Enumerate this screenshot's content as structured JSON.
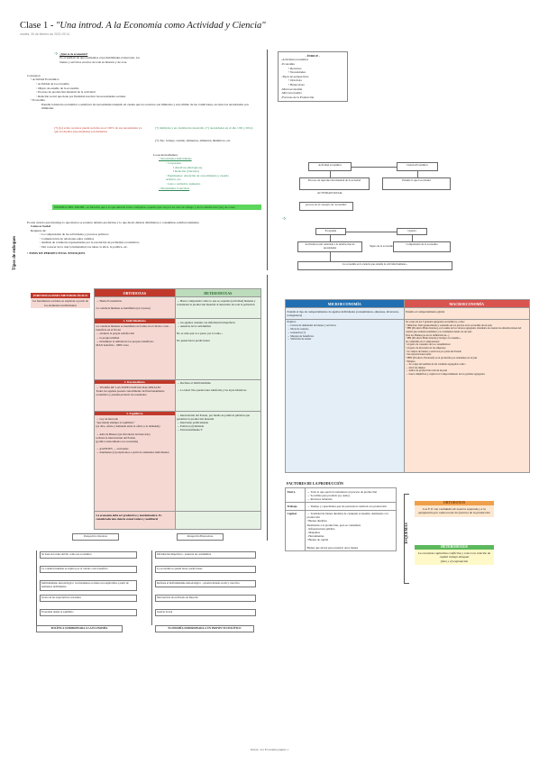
{
  "header": {
    "title_prefix": "Clase 1 - ",
    "title_italic": "\"Una introd. A la Economía como Actividad y Ciencia\"",
    "date": "martes, 30 de febrero de 2021    09:14"
  },
  "intro": {
    "question": "¿Qué es la economía?",
    "answer_1": "Es el análisis de que realizamos el probabilidades el mercado, los",
    "answer_2": "bienes y servicios escasos de toda su historia y de si se."
  },
  "concepts": {
    "title": "Conceptos:",
    "items": [
      "Actividad Económica",
      "Actividad de la economía",
      "Objeto de estudio de la economía",
      "Proceso de producción material de la actividad",
      "Relación social que tiene por finalidad resolver las necesidades sociales"
    ],
    "economy_label": "Economía",
    "economy_def": "Estudia la historia económica a satisfacer las necesidades teniendo en cuenta que los recursos son limitados y esto último de las condiciones, en tanto las necesidades son ilimitadas",
    "red_note": "(+) (lo) sobre recursos pueda sociales en el 100% de sus necesidades ya que los medios (sus medidas) son limitados",
    "green_note_1": "(+) multiples y en cualidad de desarrollo (+) necesidades en el año 1/00 y 2012)",
    "green_note_2": "(+) Tip : trabajo, vestido, alimentos, alimentos dinámicos, etc."
  },
  "scale": {
    "title": "La escala hablamos:",
    "items": [
      "Necesidades Individuales",
      "Corporales",
      "Afectivas (biológicos)",
      "Relación (vínculos)",
      "Espirituales: obtención de conocimiento y cuando artística, etc.",
      "Lujo o exclusivo suntuario",
      "Necesidades Colectivas"
    ]
  },
  "example": {
    "text": "EJEMPLO DEL PROBL: su filosofía que a lo que debe/di sobre completas, aquello que vas por su caso de trabajo y de la satisfacción (no) de cosas"
  },
  "method": {
    "intro": "Es una ciencia que investiga lo que mueve se produce debería producirse y lo que modo debería distribuirse y consumirse satisfactoriamente.",
    "line_1": "Como es Social",
    "line_2": "Requiere de:",
    "items": [
      "La comprensión de las actividades y procesos políticos",
      "Comunicación de relaciones entre cambios",
      "Análisis de conductas representadas por la resolución de problemas económicos",
      "Del conocer de la cual la humanidad, las ideas, la ética, la política, etc."
    ],
    "perspectives": "TIPOS DE PERSPECTIVAS /ENFOQUES",
    "side_label": "Tipos de enfoques"
  },
  "index": {
    "title": "- ÍNDICE -",
    "items": [
      "-Actividad económica",
      "-Economía",
      "  • Recursos",
      "  • Necesidades",
      "-Tipos de perspectivas",
      "  • Ortodoxo",
      "  • Heterodoxo",
      "-Macroeconomía",
      "-Microeconomía",
      "-Factores de la Producción"
    ]
  },
  "flow_top": {
    "nodes": [
      "Actividad económica",
      "Ciencia Económica",
      "Proceso de reproducción material de la sociedad",
      "Estudia lo que la sociedad",
      "ACTIVIDAD SOCIAL",
      "proceso en el concepto de \"economía\""
    ]
  },
  "flow_mid": {
    "nodes": [
      "Economía",
      "Ciencia",
      "Actividad social orientada a la satisfacción de necesidades",
      "Sujeto de la economía",
      "Comprensión de la economía",
      "La economía es la ciencia que estudia la actividad humana..."
    ]
  },
  "ortho_table": {
    "head_left": "ORTODOXAS",
    "head_right": "HETERODOXAS",
    "side_label": "INDIVIDUALISMO METODOLÓGICO",
    "side_text": "los fenómenos sociales se explican a partir de los elementos individuales",
    "row1_left": "→ Homo Economicus\n\nLa conducta humana se manifiesta (en 3 pasos)",
    "row1_right": "→ Busca comprender cómo lo que se organiza (actividad) humana y consideran la producción material al desarrollo de toda la población",
    "row2_head": "1. Individualismo",
    "row2_left": "La conducta humana se manifiesta de forma en el cálculo costo - beneficio en el fin de:\n→ alcanzar la propia satisfacción\n→ la propia utilidad\n→ maximizar la utilidad de los propios beneficios\nMAX beneficio - MIN costo",
    "row2_right": "→ los agentes cuentan con información imperfecta\n→ ausencia de la certidumbre\n\nNo se sabe qué va a pasar, por lo tanto...\n\nNo puede hacer predicciones",
    "row3_head": "2. Racionalismo",
    "row3_left": "→ TEORÍA DE LAS EXPECTATIVAS RACIONALES\nTodos los agentes poseen conocimiento del funcionamiento económico y pueden predecir los resultados.",
    "row3_right": "→ Rechaza el Individualismo\n\n→ Lo ideal: Nos puede tener satisfecha y las leyes históricas",
    "row4_head": "3. Equilibrio",
    "row4_left": "→ Ley de mercado\n\"que tiende siempre al equilibrio\"\n(se dice, oferta y demanda entre la oferta y la demanda)\n\n→ Ama de Bienes (sta Ortodoxia del mercado)\nrechaza la intervención del Estado\n(política subordinada a la economía)\n\n→ AGENTES → racionales\n→ fenómenos (si) explicados a partir de elementos individuales",
    "row4_right": "→ Intervención del Estado, por medio de políticas públicas que garantice la producción material\n→ Interviene políticamente\n→ Política (si) limitada\n→ Estructuralmente Y",
    "row5_left": "La economía debe ser productiva y maximizadora. Es considerada una ciencia conservadora y neoliberal"
  },
  "bottom_flow": {
    "left_title": "Perspectiva Ortodoxa",
    "right_title": "Perspectiva Heterodoxa",
    "left_items": [
      "Se basa en la idea del Dr. como ser económico",
      "La conducta humana se explica por el cálculo costo beneficio",
      "Individualismo metodológico: los fenómenos sociales son explicables a partir de elementos individuales",
      "Teoría de las expectativas racionales",
      "Economía tiende al equilibrio"
    ],
    "right_items": [
      "Información imperfecta - ausencia de certidumbre",
      "La economía no puede hacer predicciones",
      "Rechaza el individualismo metodológico - prioriza mirada social y colectiva",
      "Intervención de un Estado de Derecho",
      "Justicia Social"
    ],
    "left_footer": "POLÍTICA SUBORDINADA A LA ECONOMÍA",
    "right_footer": "ECONOMÍA SUBORDINADA A UN PROYECTO POLÍTICO"
  },
  "micro_macro": {
    "head_left": "MICROECONOMÍA",
    "head_right": "MACROECONOMÍA",
    "row1_left": "Estudia el tipo de comportamientos de agentes individuales (consumidores, empresas, inversores, trabajadores)",
    "row1_right": "Estudia el comportamiento global",
    "row2_left": "Explica:\n→ Curvas de demandas de bienes y servicios\n→ Nivel de salarios\n→ Ganancias (?)\n→ Margen de beneficios\n→ Variación de rentas",
    "row2_right": "Se ocupa de los 3 grandes agregados económicos, como:\n• Inflación: Suba generalizada y sostenida de los precios en la economía de un país\n• PBI (Producto Bruto Interno), es la suma de los valores agregados obtenidos en cuenta las amortizaciones del capital que realizan residentes y no residentes dentro de un país\nPara los Bienes (se usa la definición de...)\n• PBI (Producto Bruto Interno): incluye al consumo...\nSe comprime en 4 componentes:\n  • el gasto de consumo de los consumidores\n  • el gasto de inversión de las empresas\n  • la compra de bienes y servicios por parte del Estado\n  • las exportaciones netas\n• PBN (Producto Nacional): es el producido por residentes en el país\n• Empleo\n→ Se ocupa del análisis de las variables agregadas como:\n→ nivel de empleo\n→ índice de producción total de un país\n→ busca simplificar y explicar el comportamiento de los grandes agregados"
  },
  "factors": {
    "title": "FACTORES DE LA PRODUCCIÓN",
    "rows": [
      {
        "k": "Tierra",
        "v": "→ Todo lo que aporta la naturaleza al proceso de producción\n→ Se utiliza para producir (ej. suelo)\n→ Recursos naturales"
      },
      {
        "k": "Trabajo",
        "v": "→ Tiempo y capacidades que las personas le dedican a la producción"
      },
      {
        "k": "Capital",
        "v": "→ Totalidad de bienes durables de cualquier economía, destinados a la producción\n• Bienes durables\nDestinados a la producción, pero se consumen:\n- Infraestructura pública\n- Máquinas\n- Herramientas\n• Bienes de capital\n\nBienes que sirven para producir otros bienes"
      }
    ],
    "side_label": "ESQUEMAS",
    "ortho_head": "ORTODOXOS",
    "ortho_text": "Los F. P. son cualidades de manera separada y a la apropiación por cada uno de los factores de la producción",
    "hetero_head": "HETERODOXOS",
    "hetero_text": "La economía capitalista conflictiva y está en la relación de capital trabajo desigual\n(bien y el) explotación"
  },
  "footer": "Introd. a la Economía página 1"
}
